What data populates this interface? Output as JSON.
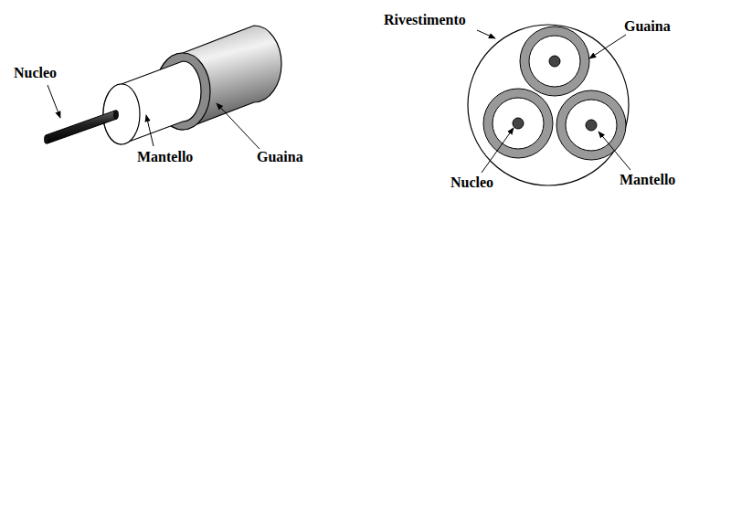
{
  "diagram": {
    "labels": [
      "Nucleo",
      "Mantello",
      "Guaina",
      "Rivestimento",
      "Guaina",
      "Nucleo",
      "Mantello"
    ]
  }
}
